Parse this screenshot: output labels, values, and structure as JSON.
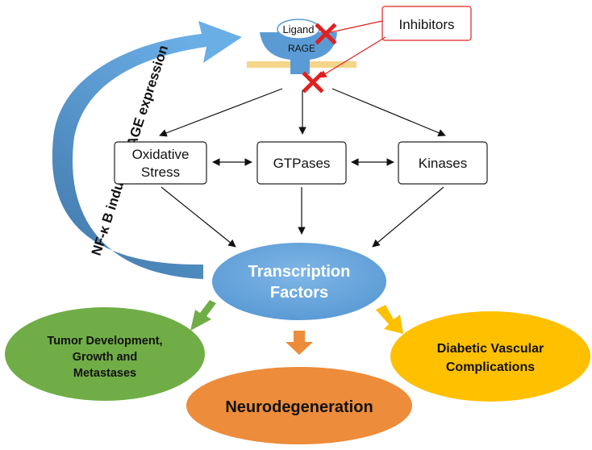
{
  "nodes": {
    "ligand": "Ligand",
    "rage": "RAGE",
    "inhibitors": "Inhibitors",
    "oxidative_stress": [
      "Oxidative",
      "Stress"
    ],
    "gtpases": "GTPases",
    "kinases": "Kinases",
    "transcription_factors": [
      "Transcription",
      "Factors"
    ],
    "tumor": [
      "Tumor Development,",
      "Growth and",
      "Metastases"
    ],
    "neurodegeneration": "Neurodegeneration",
    "diabetic": [
      "Diabetic Vascular",
      "Complications"
    ]
  },
  "feedback_label": "NF-κ B induced RAGE expression",
  "colors": {
    "rage_receptor": "#5b9bd5",
    "membrane": "#f5d58a",
    "inhibit_mark": "#e02020",
    "feedback_arrow": "#5b9bd5",
    "transcription_factors": "#5b9bd5",
    "tumor": "#70ad47",
    "neurodegeneration": "#ed8c3a",
    "diabetic": "#ffc000"
  },
  "icons": [
    "inhibit-x-icon"
  ]
}
